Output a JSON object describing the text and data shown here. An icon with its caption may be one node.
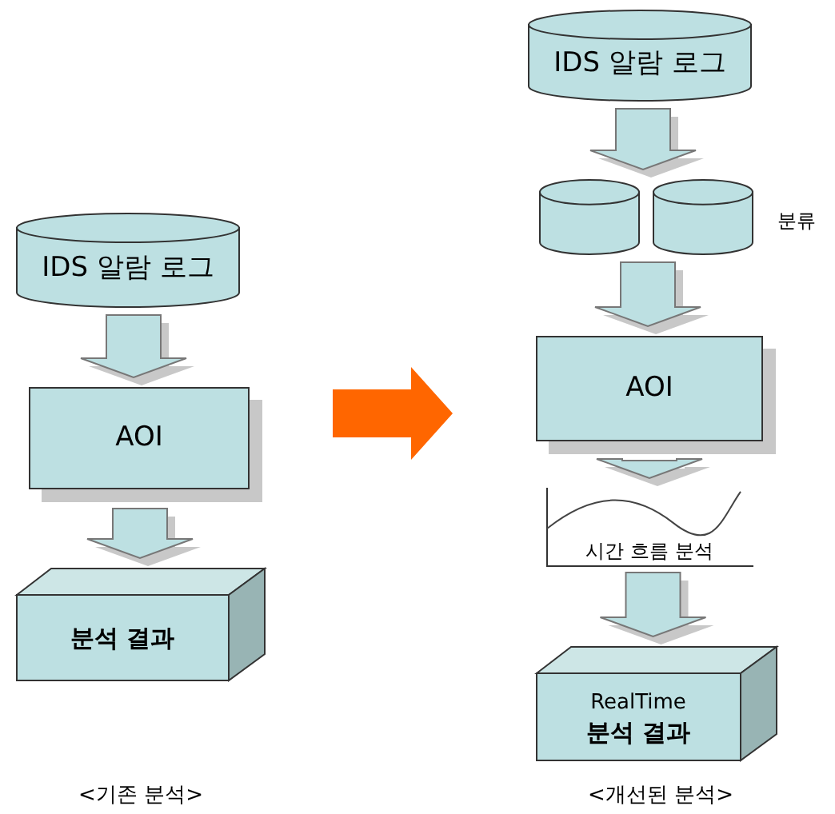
{
  "diagram": {
    "nodes": [
      {
        "text": [
          "IDS 알람 로그"
        ]
      },
      {
        "text": [
          "AOI"
        ]
      },
      {
        "text": [
          "분석 결과"
        ]
      },
      {
        "text": [
          "IDS 알람 로그"
        ]
      },
      {
        "text": [],
        "shape": "cylinder"
      },
      {
        "text": [],
        "shape": "cylinder"
      },
      {
        "text": [
          "AOI"
        ]
      },
      {
        "text": [
          "시간 흐름 분석"
        ]
      },
      {
        "text": [
          "RealTime",
          "분석 결과"
        ]
      }
    ],
    "edges": [
      {
        "from": 0,
        "to": 1,
        "arrow": "to"
      },
      {
        "from": 1,
        "to": 2,
        "arrow": "to"
      },
      {
        "from": 3,
        "to": 4,
        "arrow": "to"
      },
      {
        "from": 3,
        "to": 5,
        "arrow": "to"
      },
      {
        "from": 4,
        "to": 6,
        "arrow": "to"
      },
      {
        "from": 5,
        "to": 6,
        "arrow": "to"
      },
      {
        "from": 6,
        "to": 7,
        "arrow": "to"
      },
      {
        "from": 7,
        "to": 8,
        "arrow": "to"
      },
      {
        "from": 1,
        "to": 6,
        "arrow": "to",
        "style": "thick",
        "color": "#ff6600"
      }
    ],
    "labels": [
      "분류",
      "<기존 분석>",
      "<개선된 분석>"
    ]
  }
}
